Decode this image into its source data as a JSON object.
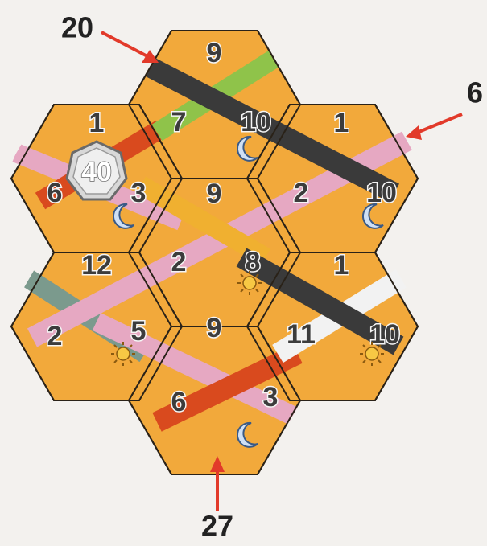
{
  "colors": {
    "tile": "#f2a93b",
    "tile_border": "#2a2218",
    "background": "#f3f1ee",
    "arrow": "#e23a2a",
    "pipe_yellow": "#f7dc55",
    "pipe_black": "#3a3a3a",
    "pipe_gray": "#a7abaa",
    "pipe_pink": "#e6a8c2",
    "pipe_red": "#d94a1e",
    "pipe_green": "#8fc34a",
    "pipe_teal": "#7b9a8d",
    "pipe_purple": "#5a4c8a",
    "pipe_orange": "#f0b030",
    "pipe_white": "#f2f2f2"
  },
  "callouts": {
    "top": "20",
    "right": "6",
    "bottom": "27"
  },
  "score_badge": "40",
  "tiles": [
    {
      "name": "top",
      "numbers": {
        "top": "9",
        "left": "7",
        "right": "10"
      },
      "symbol": "moon-icon"
    },
    {
      "name": "upper-left",
      "numbers": {
        "top": "1",
        "left": "6",
        "right": "3"
      },
      "symbol": "moon-icon"
    },
    {
      "name": "upper-right",
      "numbers": {
        "top": "1",
        "left": "2",
        "right": "10"
      },
      "symbol": "moon-icon"
    },
    {
      "name": "center",
      "numbers": {
        "top": "9",
        "left": "2",
        "right": "8"
      },
      "symbol": "sun-icon"
    },
    {
      "name": "lower-left",
      "numbers": {
        "top": "12",
        "left": "2",
        "right": "5"
      },
      "symbol": "sun-icon"
    },
    {
      "name": "lower-right",
      "numbers": {
        "top": "1",
        "left": "11",
        "right": "10"
      },
      "symbol": "sun-icon"
    },
    {
      "name": "bottom",
      "numbers": {
        "top": "9",
        "left": "6",
        "right": "3"
      },
      "symbol": "moon-icon"
    }
  ]
}
